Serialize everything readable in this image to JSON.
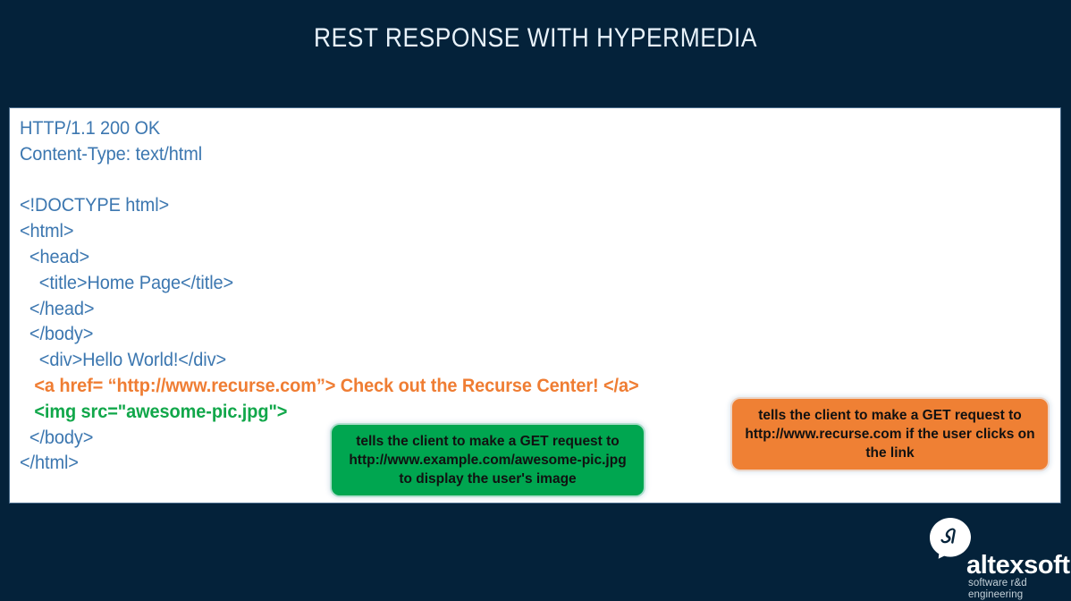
{
  "theme": {
    "background": "#04223a",
    "panel_background": "#ffffff",
    "panel_border": "#4a6c8c",
    "code_text": "#3c77b0",
    "accent_orange": "#ef7d33",
    "accent_green": "#11a74a",
    "callout_green_bg": "#00a650",
    "callout_orange_bg": "#ef8034",
    "title_color": "#e8f2fa"
  },
  "header": {
    "title": "REST RESPONSE WITH HYPERMEDIA"
  },
  "code_panel": {
    "lines": [
      {
        "text": "HTTP/1.1 200 OK",
        "style": "default"
      },
      {
        "text": "Content-Type: text/html",
        "style": "default"
      },
      {
        "text": "",
        "style": "blank"
      },
      {
        "text": "<!DOCTYPE html>",
        "style": "default"
      },
      {
        "text": "<html>",
        "style": "default"
      },
      {
        "text": "  <head>",
        "style": "default"
      },
      {
        "text": "    <title>Home Page</title>",
        "style": "default"
      },
      {
        "text": "  </head>",
        "style": "default"
      },
      {
        "text": "  </body>",
        "style": "default"
      },
      {
        "text": "    <div>Hello World!</div>",
        "style": "default"
      },
      {
        "text": "   <a href= “http://www.recurse.com”> Check out the Recurse Center! </a>",
        "style": "orange"
      },
      {
        "text": "   <img src=\"awesome-pic.jpg\">",
        "style": "green"
      },
      {
        "text": "  </body>",
        "style": "default"
      },
      {
        "text": "</html>",
        "style": "default"
      }
    ]
  },
  "callouts": {
    "image_note": "tells the client to make a GET request to http://www.example.com/awesome-pic.jpg to display the user's image",
    "link_note": "tells the client to make a GET request to http://www.recurse.com if the user clicks on the link"
  },
  "logo": {
    "name": "altexsoft",
    "tagline": "software r&d engineering"
  }
}
